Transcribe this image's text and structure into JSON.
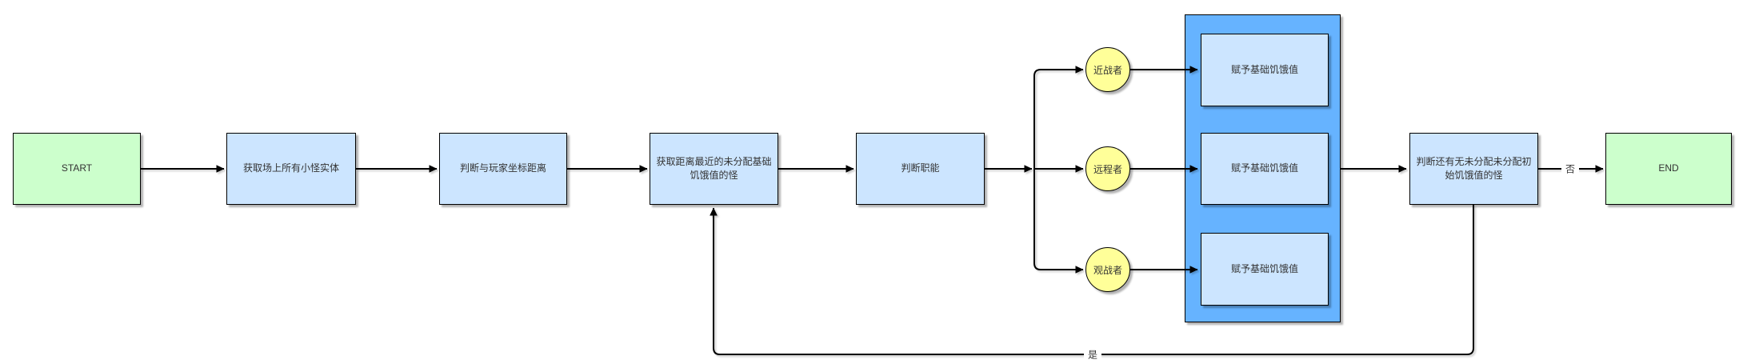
{
  "diagram": {
    "nodes": {
      "start": "START",
      "get_all_monsters": "获取场上所有小怪实体",
      "judge_player_distance": "判断与玩家坐标距离",
      "get_nearest_unassigned": "获取距离最近的未分配基础饥饿值的怪",
      "judge_role": "判断职能",
      "role_melee": "近战者",
      "role_ranged": "远程者",
      "role_observer": "观战者",
      "assign_melee": "赋予基础饥饿值",
      "assign_ranged": "赋予基础饥饿值",
      "assign_observer": "赋予基础饥饿值",
      "judge_remaining": "判断还有无未分配未分配初始饥饿值的怪",
      "end": "END"
    },
    "edge_labels": {
      "yes": "是",
      "no": "否"
    },
    "colors": {
      "terminal_fill": "#ccffcc",
      "process_fill": "#cce5ff",
      "container_fill": "#66b3ff",
      "role_fill": "#ffff99",
      "stroke": "#000000"
    }
  }
}
